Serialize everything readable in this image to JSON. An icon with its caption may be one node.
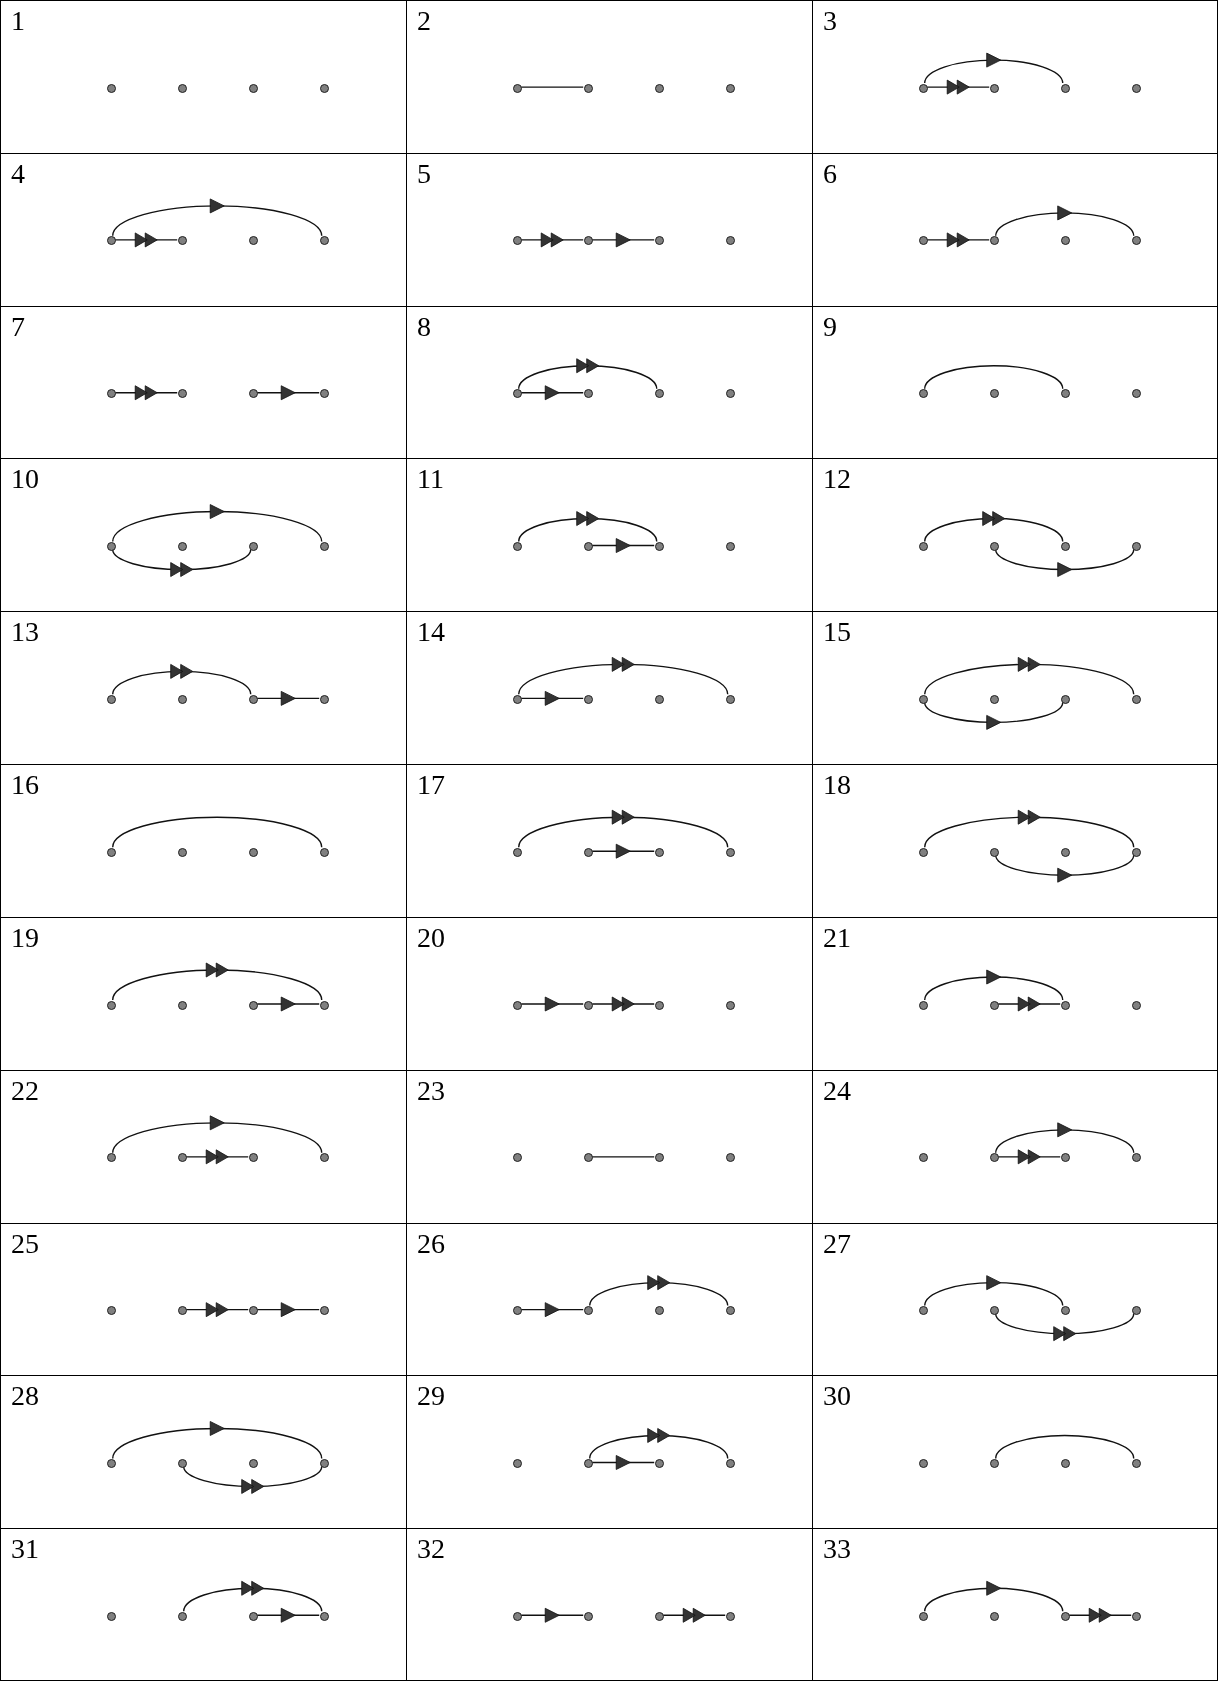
{
  "diagram": {
    "nodes": [
      {
        "text": [
          "1"
        ]
      },
      {
        "text": [],
        "shape": "circle",
        "in": 0
      },
      {
        "text": [],
        "shape": "circle",
        "in": 0
      },
      {
        "text": [],
        "shape": "circle",
        "in": 0
      },
      {
        "text": [],
        "shape": "circle",
        "in": 0
      },
      {
        "text": [
          "2"
        ]
      },
      {
        "text": [],
        "shape": "circle",
        "in": 5
      },
      {
        "text": [],
        "shape": "circle",
        "in": 5
      },
      {
        "text": [],
        "shape": "circle",
        "in": 5
      },
      {
        "text": [],
        "shape": "circle",
        "in": 5
      },
      {
        "text": [
          "3"
        ]
      },
      {
        "text": [],
        "shape": "circle",
        "in": 10
      },
      {
        "text": [],
        "shape": "circle",
        "in": 10
      },
      {
        "text": [],
        "shape": "circle",
        "in": 10
      },
      {
        "text": [],
        "shape": "circle",
        "in": 10
      },
      {
        "text": [
          "4"
        ]
      },
      {
        "text": [],
        "shape": "circle",
        "in": 15
      },
      {
        "text": [],
        "shape": "circle",
        "in": 15
      },
      {
        "text": [],
        "shape": "circle",
        "in": 15
      },
      {
        "text": [],
        "shape": "circle",
        "in": 15
      },
      {
        "text": [
          "5"
        ]
      },
      {
        "text": [],
        "shape": "circle",
        "in": 20
      },
      {
        "text": [],
        "shape": "circle",
        "in": 20
      },
      {
        "text": [],
        "shape": "circle",
        "in": 20
      },
      {
        "text": [],
        "shape": "circle",
        "in": 20
      },
      {
        "text": [
          "6"
        ]
      },
      {
        "text": [],
        "shape": "circle",
        "in": 25
      },
      {
        "text": [],
        "shape": "circle",
        "in": 25
      },
      {
        "text": [],
        "shape": "circle",
        "in": 25
      },
      {
        "text": [],
        "shape": "circle",
        "in": 25
      },
      {
        "text": [
          "7"
        ]
      },
      {
        "text": [],
        "shape": "circle",
        "in": 30
      },
      {
        "text": [],
        "shape": "circle",
        "in": 30
      },
      {
        "text": [],
        "shape": "circle",
        "in": 30
      },
      {
        "text": [],
        "shape": "circle",
        "in": 30
      },
      {
        "text": [
          "8"
        ]
      },
      {
        "text": [],
        "shape": "circle",
        "in": 35
      },
      {
        "text": [],
        "shape": "circle",
        "in": 35
      },
      {
        "text": [],
        "shape": "circle",
        "in": 35
      },
      {
        "text": [],
        "shape": "circle",
        "in": 35
      },
      {
        "text": [
          "9"
        ]
      },
      {
        "text": [],
        "shape": "circle",
        "in": 40
      },
      {
        "text": [],
        "shape": "circle",
        "in": 40
      },
      {
        "text": [],
        "shape": "circle",
        "in": 40
      },
      {
        "text": [],
        "shape": "circle",
        "in": 40
      },
      {
        "text": [
          "10"
        ]
      },
      {
        "text": [],
        "shape": "circle",
        "in": 45
      },
      {
        "text": [],
        "shape": "circle",
        "in": 45
      },
      {
        "text": [],
        "shape": "circle",
        "in": 45
      },
      {
        "text": [],
        "shape": "circle",
        "in": 45
      },
      {
        "text": [
          "11"
        ]
      },
      {
        "text": [],
        "shape": "circle",
        "in": 50
      },
      {
        "text": [],
        "shape": "circle",
        "in": 50
      },
      {
        "text": [],
        "shape": "circle",
        "in": 50
      },
      {
        "text": [],
        "shape": "circle",
        "in": 50
      },
      {
        "text": [
          "12"
        ]
      },
      {
        "text": [],
        "shape": "circle",
        "in": 55
      },
      {
        "text": [],
        "shape": "circle",
        "in": 55
      },
      {
        "text": [],
        "shape": "circle",
        "in": 55
      },
      {
        "text": [],
        "shape": "circle",
        "in": 55
      },
      {
        "text": [
          "13"
        ]
      },
      {
        "text": [],
        "shape": "circle",
        "in": 60
      },
      {
        "text": [],
        "shape": "circle",
        "in": 60
      },
      {
        "text": [],
        "shape": "circle",
        "in": 60
      },
      {
        "text": [],
        "shape": "circle",
        "in": 60
      },
      {
        "text": [
          "14"
        ]
      },
      {
        "text": [],
        "shape": "circle",
        "in": 65
      },
      {
        "text": [],
        "shape": "circle",
        "in": 65
      },
      {
        "text": [],
        "shape": "circle",
        "in": 65
      },
      {
        "text": [],
        "shape": "circle",
        "in": 65
      },
      {
        "text": [
          "15"
        ]
      },
      {
        "text": [],
        "shape": "circle",
        "in": 70
      },
      {
        "text": [],
        "shape": "circle",
        "in": 70
      },
      {
        "text": [],
        "shape": "circle",
        "in": 70
      },
      {
        "text": [],
        "shape": "circle",
        "in": 70
      },
      {
        "text": [
          "16"
        ]
      },
      {
        "text": [],
        "shape": "circle",
        "in": 75
      },
      {
        "text": [],
        "shape": "circle",
        "in": 75
      },
      {
        "text": [],
        "shape": "circle",
        "in": 75
      },
      {
        "text": [],
        "shape": "circle",
        "in": 75
      },
      {
        "text": [
          "17"
        ]
      },
      {
        "text": [],
        "shape": "circle",
        "in": 80
      },
      {
        "text": [],
        "shape": "circle",
        "in": 80
      },
      {
        "text": [],
        "shape": "circle",
        "in": 80
      },
      {
        "text": [],
        "shape": "circle",
        "in": 80
      },
      {
        "text": [
          "18"
        ]
      },
      {
        "text": [],
        "shape": "circle",
        "in": 85
      },
      {
        "text": [],
        "shape": "circle",
        "in": 85
      },
      {
        "text": [],
        "shape": "circle",
        "in": 85
      },
      {
        "text": [],
        "shape": "circle",
        "in": 85
      },
      {
        "text": [
          "19"
        ]
      },
      {
        "text": [],
        "shape": "circle",
        "in": 90
      },
      {
        "text": [],
        "shape": "circle",
        "in": 90
      },
      {
        "text": [],
        "shape": "circle",
        "in": 90
      },
      {
        "text": [],
        "shape": "circle",
        "in": 90
      },
      {
        "text": [
          "20"
        ]
      },
      {
        "text": [],
        "shape": "circle",
        "in": 95
      },
      {
        "text": [],
        "shape": "circle",
        "in": 95
      },
      {
        "text": [],
        "shape": "circle",
        "in": 95
      },
      {
        "text": [],
        "shape": "circle",
        "in": 95
      },
      {
        "text": [
          "21"
        ]
      },
      {
        "text": [],
        "shape": "circle",
        "in": 100
      },
      {
        "text": [],
        "shape": "circle",
        "in": 100
      },
      {
        "text": [],
        "shape": "circle",
        "in": 100
      },
      {
        "text": [],
        "shape": "circle",
        "in": 100
      },
      {
        "text": [
          "22"
        ]
      },
      {
        "text": [],
        "shape": "circle",
        "in": 105
      },
      {
        "text": [],
        "shape": "circle",
        "in": 105
      },
      {
        "text": [],
        "shape": "circle",
        "in": 105
      },
      {
        "text": [],
        "shape": "circle",
        "in": 105
      },
      {
        "text": [
          "23"
        ]
      },
      {
        "text": [],
        "shape": "circle",
        "in": 110
      },
      {
        "text": [],
        "shape": "circle",
        "in": 110
      },
      {
        "text": [],
        "shape": "circle",
        "in": 110
      },
      {
        "text": [],
        "shape": "circle",
        "in": 110
      },
      {
        "text": [
          "24"
        ]
      },
      {
        "text": [],
        "shape": "circle",
        "in": 115
      },
      {
        "text": [],
        "shape": "circle",
        "in": 115
      },
      {
        "text": [],
        "shape": "circle",
        "in": 115
      },
      {
        "text": [],
        "shape": "circle",
        "in": 115
      },
      {
        "text": [
          "25"
        ]
      },
      {
        "text": [],
        "shape": "circle",
        "in": 120
      },
      {
        "text": [],
        "shape": "circle",
        "in": 120
      },
      {
        "text": [],
        "shape": "circle",
        "in": 120
      },
      {
        "text": [],
        "shape": "circle",
        "in": 120
      },
      {
        "text": [
          "26"
        ]
      },
      {
        "text": [],
        "shape": "circle",
        "in": 125
      },
      {
        "text": [],
        "shape": "circle",
        "in": 125
      },
      {
        "text": [],
        "shape": "circle",
        "in": 125
      },
      {
        "text": [],
        "shape": "circle",
        "in": 125
      },
      {
        "text": [
          "27"
        ]
      },
      {
        "text": [],
        "shape": "circle",
        "in": 130
      },
      {
        "text": [],
        "shape": "circle",
        "in": 130
      },
      {
        "text": [],
        "shape": "circle",
        "in": 130
      },
      {
        "text": [],
        "shape": "circle",
        "in": 130
      },
      {
        "text": [
          "28"
        ]
      },
      {
        "text": [],
        "shape": "circle",
        "in": 135
      },
      {
        "text": [],
        "shape": "circle",
        "in": 135
      },
      {
        "text": [],
        "shape": "circle",
        "in": 135
      },
      {
        "text": [],
        "shape": "circle",
        "in": 135
      },
      {
        "text": [
          "29"
        ]
      },
      {
        "text": [],
        "shape": "circle",
        "in": 140
      },
      {
        "text": [],
        "shape": "circle",
        "in": 140
      },
      {
        "text": [],
        "shape": "circle",
        "in": 140
      },
      {
        "text": [],
        "shape": "circle",
        "in": 140
      },
      {
        "text": [
          "30"
        ]
      },
      {
        "text": [],
        "shape": "circle",
        "in": 145
      },
      {
        "text": [],
        "shape": "circle",
        "in": 145
      },
      {
        "text": [],
        "shape": "circle",
        "in": 145
      },
      {
        "text": [],
        "shape": "circle",
        "in": 145
      },
      {
        "text": [
          "31"
        ]
      },
      {
        "text": [],
        "shape": "circle",
        "in": 150
      },
      {
        "text": [],
        "shape": "circle",
        "in": 150
      },
      {
        "text": [],
        "shape": "circle",
        "in": 150
      },
      {
        "text": [],
        "shape": "circle",
        "in": 150
      },
      {
        "text": [
          "32"
        ]
      },
      {
        "text": [],
        "shape": "circle",
        "in": 155
      },
      {
        "text": [],
        "shape": "circle",
        "in": 155
      },
      {
        "text": [],
        "shape": "circle",
        "in": 155
      },
      {
        "text": [],
        "shape": "circle",
        "in": 155
      },
      {
        "text": [
          "33"
        ]
      },
      {
        "text": [],
        "shape": "circle",
        "in": 160
      },
      {
        "text": [],
        "shape": "circle",
        "in": 160
      },
      {
        "text": [],
        "shape": "circle",
        "in": 160
      },
      {
        "text": [],
        "shape": "circle",
        "in": 160
      }
    ],
    "edges": [
      {
        "from": 6,
        "to": 7,
        "arrow": "none"
      },
      {
        "from": 11,
        "to": 12,
        "arrow": "to"
      },
      {
        "from": 11,
        "to": 13,
        "arrow": "to"
      },
      {
        "from": 16,
        "to": 17,
        "arrow": "to"
      },
      {
        "from": 16,
        "to": 19,
        "arrow": "to"
      },
      {
        "from": 21,
        "to": 22,
        "arrow": "to"
      },
      {
        "from": 22,
        "to": 23,
        "arrow": "to"
      },
      {
        "from": 26,
        "to": 27,
        "arrow": "to"
      },
      {
        "from": 27,
        "to": 29,
        "arrow": "to"
      },
      {
        "from": 31,
        "to": 32,
        "arrow": "to"
      },
      {
        "from": 33,
        "to": 34,
        "arrow": "to"
      },
      {
        "from": 36,
        "to": 38,
        "arrow": "to"
      },
      {
        "from": 36,
        "to": 37,
        "arrow": "to"
      },
      {
        "from": 41,
        "to": 43,
        "arrow": "none"
      },
      {
        "from": 46,
        "to": 49,
        "arrow": "to"
      },
      {
        "from": 46,
        "to": 48,
        "arrow": "to"
      },
      {
        "from": 51,
        "to": 53,
        "arrow": "to"
      },
      {
        "from": 52,
        "to": 53,
        "arrow": "to"
      },
      {
        "from": 56,
        "to": 58,
        "arrow": "to"
      },
      {
        "from": 57,
        "to": 59,
        "arrow": "to"
      },
      {
        "from": 61,
        "to": 63,
        "arrow": "to"
      },
      {
        "from": 63,
        "to": 64,
        "arrow": "to"
      },
      {
        "from": 66,
        "to": 69,
        "arrow": "to"
      },
      {
        "from": 66,
        "to": 67,
        "arrow": "to"
      },
      {
        "from": 71,
        "to": 74,
        "arrow": "to"
      },
      {
        "from": 71,
        "to": 73,
        "arrow": "to"
      },
      {
        "from": 76,
        "to": 79,
        "arrow": "none"
      },
      {
        "from": 81,
        "to": 84,
        "arrow": "to"
      },
      {
        "from": 82,
        "to": 83,
        "arrow": "to"
      },
      {
        "from": 86,
        "to": 89,
        "arrow": "to"
      },
      {
        "from": 87,
        "to": 89,
        "arrow": "to"
      },
      {
        "from": 91,
        "to": 94,
        "arrow": "to"
      },
      {
        "from": 93,
        "to": 94,
        "arrow": "to"
      },
      {
        "from": 96,
        "to": 97,
        "arrow": "to"
      },
      {
        "from": 97,
        "to": 98,
        "arrow": "to"
      },
      {
        "from": 101,
        "to": 103,
        "arrow": "to"
      },
      {
        "from": 102,
        "to": 103,
        "arrow": "to"
      },
      {
        "from": 106,
        "to": 109,
        "arrow": "to"
      },
      {
        "from": 107,
        "to": 108,
        "arrow": "to"
      },
      {
        "from": 112,
        "to": 113,
        "arrow": "none"
      },
      {
        "from": 117,
        "to": 119,
        "arrow": "to"
      },
      {
        "from": 117,
        "to": 118,
        "arrow": "to"
      },
      {
        "from": 122,
        "to": 123,
        "arrow": "to"
      },
      {
        "from": 123,
        "to": 124,
        "arrow": "to"
      },
      {
        "from": 126,
        "to": 127,
        "arrow": "to"
      },
      {
        "from": 127,
        "to": 129,
        "arrow": "to"
      },
      {
        "from": 131,
        "to": 133,
        "arrow": "to"
      },
      {
        "from": 132,
        "to": 134,
        "arrow": "to"
      },
      {
        "from": 136,
        "to": 139,
        "arrow": "to"
      },
      {
        "from": 137,
        "to": 139,
        "arrow": "to"
      },
      {
        "from": 142,
        "to": 144,
        "arrow": "to"
      },
      {
        "from": 142,
        "to": 143,
        "arrow": "to"
      },
      {
        "from": 147,
        "to": 149,
        "arrow": "none"
      },
      {
        "from": 152,
        "to": 154,
        "arrow": "to"
      },
      {
        "from": 153,
        "to": 154,
        "arrow": "to"
      },
      {
        "from": 156,
        "to": 157,
        "arrow": "to"
      },
      {
        "from": 158,
        "to": 159,
        "arrow": "to"
      },
      {
        "from": 161,
        "to": 163,
        "arrow": "to"
      },
      {
        "from": 163,
        "to": 164,
        "arrow": "to"
      }
    ]
  }
}
